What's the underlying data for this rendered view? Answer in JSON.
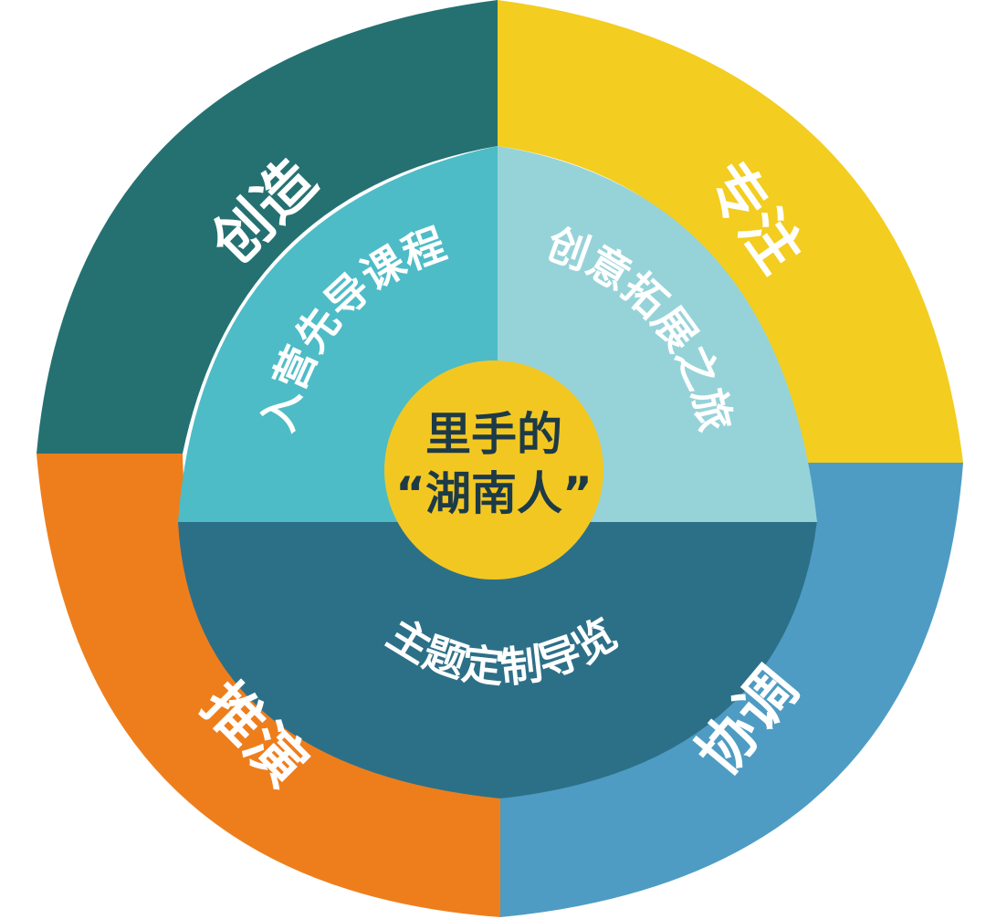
{
  "outer_segments": [
    {
      "id": "top-left",
      "label": "创造",
      "color": "#257172"
    },
    {
      "id": "top-right",
      "label": "专注",
      "color": "#f3cd1f"
    },
    {
      "id": "bottom-right",
      "label": "协调",
      "color": "#4e9cc3"
    },
    {
      "id": "bottom-left",
      "label": "推演",
      "color": "#ee7e1c"
    }
  ],
  "inner_segments": [
    {
      "id": "inner-top-left",
      "label": "入营先导课程",
      "color": "#4dbcc7"
    },
    {
      "id": "inner-top-right",
      "label": "创意拓展之旅",
      "color": "#96d3d9"
    },
    {
      "id": "inner-bottom",
      "label": "主题定制导览",
      "color": "#2c7088"
    }
  ],
  "center": {
    "line1": "里手的",
    "line2": "“湖南人”",
    "color": "#f3c722"
  }
}
